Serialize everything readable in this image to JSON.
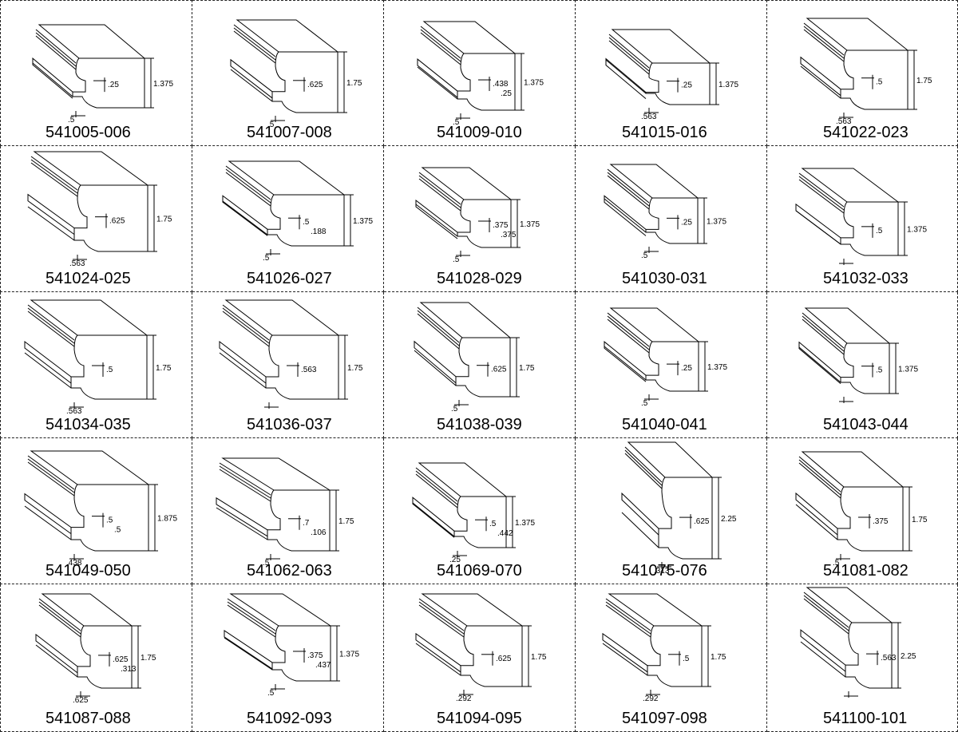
{
  "colors": {
    "line": "#000000",
    "dashed_border": "#222222",
    "background": "#ffffff"
  },
  "profiles": [
    {
      "part": "541005-006",
      "height": "1.375",
      "dims": [
        ".25",
        ".5"
      ]
    },
    {
      "part": "541007-008",
      "height": "1.75",
      "dims": [
        ".625",
        ".5"
      ]
    },
    {
      "part": "541009-010",
      "height": "1.375",
      "dims": [
        ".438",
        ".5",
        ".25"
      ]
    },
    {
      "part": "541015-016",
      "height": "1.375",
      "dims": [
        ".25",
        ".563"
      ]
    },
    {
      "part": "541022-023",
      "height": "1.75",
      "dims": [
        ".5",
        ".563"
      ]
    },
    {
      "part": "541024-025",
      "height": "1.75",
      "dims": [
        ".625",
        ".563"
      ]
    },
    {
      "part": "541026-027",
      "height": "1.375",
      "dims": [
        ".5",
        ".5",
        ".188"
      ]
    },
    {
      "part": "541028-029",
      "height": "1.375",
      "dims": [
        ".375",
        ".5",
        ".375"
      ]
    },
    {
      "part": "541030-031",
      "height": "1.375",
      "dims": [
        ".25",
        ".5"
      ]
    },
    {
      "part": "541032-033",
      "height": "1.375",
      "dims": [
        ".5"
      ]
    },
    {
      "part": "541034-035",
      "height": "1.75",
      "dims": [
        ".5",
        ".563"
      ]
    },
    {
      "part": "541036-037",
      "height": "1.75",
      "dims": [
        ".563"
      ]
    },
    {
      "part": "541038-039",
      "height": "1.75",
      "dims": [
        ".625",
        ".5"
      ]
    },
    {
      "part": "541040-041",
      "height": "1.375",
      "dims": [
        ".25",
        ".5"
      ]
    },
    {
      "part": "541043-044",
      "height": "1.375",
      "dims": [
        ".5"
      ]
    },
    {
      "part": "541049-050",
      "height": "1.875",
      "dims": [
        ".5",
        ".438",
        ".5"
      ]
    },
    {
      "part": "541062-063",
      "height": "1.75",
      "dims": [
        ".7",
        ".5",
        ".106"
      ]
    },
    {
      "part": "541069-070",
      "height": "1.375",
      "dims": [
        ".5",
        ".25",
        ".442"
      ]
    },
    {
      "part": "541075-076",
      "height": "2.25",
      "dims": [
        ".625",
        ".313"
      ]
    },
    {
      "part": "541081-082",
      "height": "1.75",
      "dims": [
        ".375",
        ".5"
      ]
    },
    {
      "part": "541087-088",
      "height": "1.75",
      "dims": [
        ".625",
        ".625",
        ".313"
      ]
    },
    {
      "part": "541092-093",
      "height": "1.375",
      "dims": [
        ".375",
        ".5",
        ".437"
      ]
    },
    {
      "part": "541094-095",
      "height": "1.75",
      "dims": [
        ".625",
        ".292"
      ]
    },
    {
      "part": "541097-098",
      "height": "1.75",
      "dims": [
        ".5",
        ".292"
      ]
    },
    {
      "part": "541100-101",
      "height": "2.25",
      "dims": [
        ".563"
      ]
    }
  ]
}
